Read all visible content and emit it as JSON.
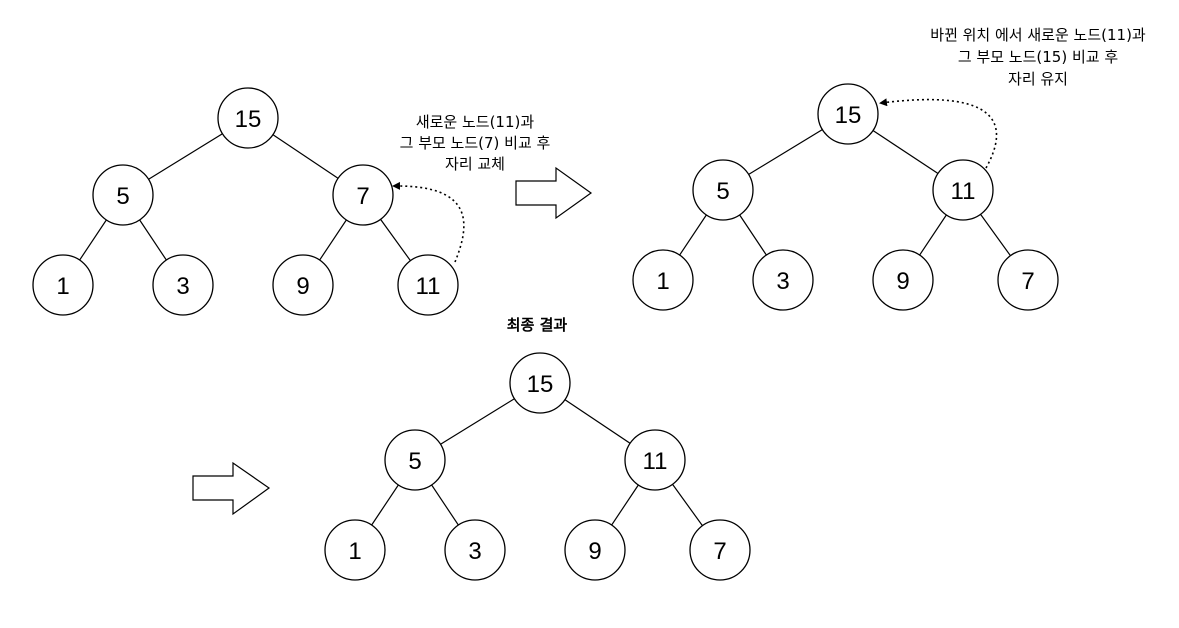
{
  "trees": [
    {
      "id": "before",
      "nodes": [
        "15",
        "5",
        "7",
        "1",
        "3",
        "9",
        "11"
      ]
    },
    {
      "id": "after-swap",
      "nodes": [
        "15",
        "5",
        "11",
        "1",
        "3",
        "9",
        "7"
      ]
    },
    {
      "id": "final",
      "nodes": [
        "15",
        "5",
        "11",
        "1",
        "3",
        "9",
        "7"
      ]
    }
  ],
  "notes": {
    "swap": [
      "새로운 노드(11)과",
      "그 부모 노드(7) 비교 후",
      "자리 교체"
    ],
    "keep": [
      "바뀐 위치 에서 새로운 노드(11)과",
      "그 부모 노드(15) 비교 후",
      "자리 유지"
    ]
  },
  "final_title": "최종 결과"
}
